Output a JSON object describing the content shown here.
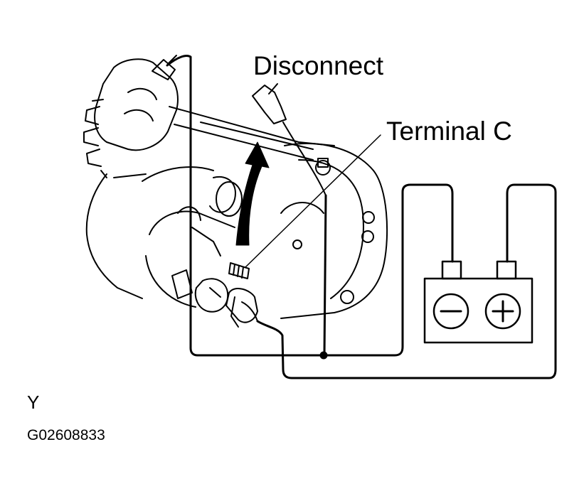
{
  "labels": {
    "disconnect": "Disconnect",
    "terminal_c": "Terminal C",
    "view_letter": "Y",
    "figure_code": "G02608833"
  },
  "battery": {
    "negative_symbol": "−",
    "positive_symbol": "+"
  },
  "colors": {
    "line": "#000000",
    "background": "#ffffff"
  },
  "icons": [
    "starter-motor-icon",
    "battery-icon",
    "up-arrow-icon",
    "connector-plug-icon"
  ]
}
